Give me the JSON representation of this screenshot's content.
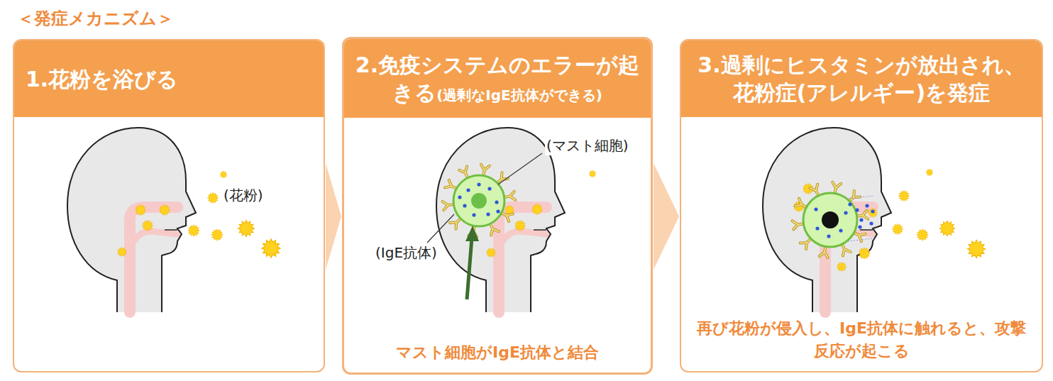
{
  "diagram": {
    "title": "＜発症メカニズム＞",
    "nodes": [
      {
        "text": [
          "1.花粉を浴びる"
        ]
      },
      {
        "text": [
          "2.免疫システムのエラーが起きる",
          "(過剰なIgE抗体ができる)",
          "マスト細胞がIgE抗体と結合"
        ]
      },
      {
        "text": [
          "3.過剰にヒスタミンが放出され、花粉症(アレルギー)を発症",
          "再び花粉が侵入し、IgE抗体に触れると、攻撃反応が起こる"
        ]
      }
    ],
    "edges": [
      {
        "from": 0,
        "to": 1,
        "arrow": "to"
      },
      {
        "from": 1,
        "to": 2,
        "arrow": "to"
      }
    ],
    "labels": [
      "(花粉)",
      "(マスト細胞)",
      "(IgE抗体)"
    ]
  }
}
